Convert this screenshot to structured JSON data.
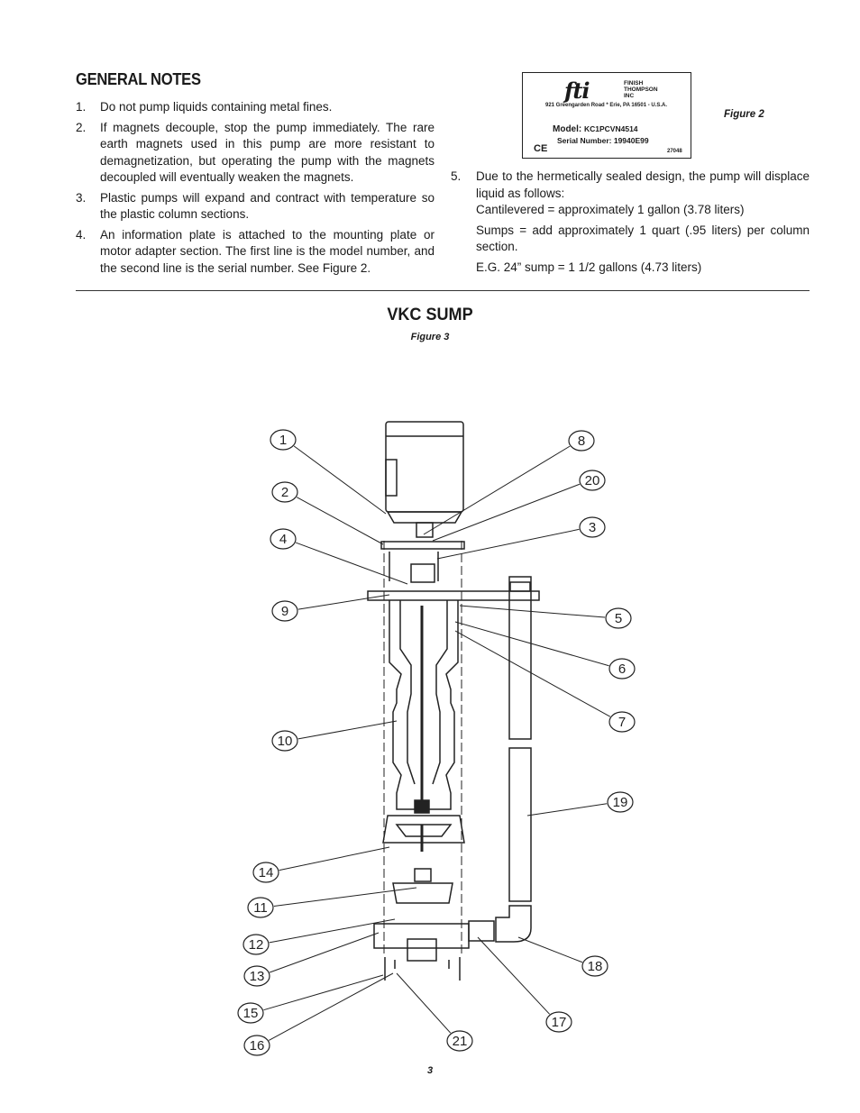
{
  "general_notes": {
    "heading": "GENERAL NOTES",
    "items": [
      {
        "num": "1.",
        "text": "Do not pump liquids containing metal fines."
      },
      {
        "num": "2.",
        "text": "If magnets decouple, stop the pump immediately. The rare earth magnets used in this pump are more resistant to demagnetization, but operating the pump with the magnets decoupled will eventually weaken the magnets."
      },
      {
        "num": "3.",
        "text": "Plastic pumps will expand and contract with temperature so the plastic column sections."
      },
      {
        "num": "4.",
        "text": "An information plate is attached to the mounting plate or motor adapter section. The first line is the model number, and the second line is the serial number. See Figure 2."
      }
    ],
    "item5": {
      "num": "5.",
      "text": "Due to the hermetically sealed design, the pump will displace liquid as follows:",
      "lines": [
        "Cantilevered = approximately 1 gallon (3.78 liters)",
        "Sumps = add approximately 1 quart (.95 liters) per column section.",
        "E.G. 24” sump = 1 1/2 gallons (4.73 liters)"
      ]
    }
  },
  "info_plate": {
    "logo": "fti",
    "company": [
      "FINISH",
      "THOMPSON",
      "INC"
    ],
    "address": "921 Greengarden Road * Erie, PA 16501 - U.S.A.",
    "model_label": "Model:",
    "model_value": "KC1PCVN4514",
    "serial_label": "Serial Number:",
    "serial_value": "19940E99",
    "ce": "CE",
    "code": "27048"
  },
  "figure2_caption": "Figure 2",
  "diagram": {
    "title": "VKC SUMP",
    "caption": "Figure 3",
    "callouts": [
      "1",
      "2",
      "4",
      "9",
      "10",
      "14",
      "11",
      "12",
      "13",
      "15",
      "16",
      "21",
      "17",
      "18",
      "19",
      "8",
      "20",
      "3",
      "5",
      "6",
      "7"
    ]
  },
  "page_number": "3"
}
